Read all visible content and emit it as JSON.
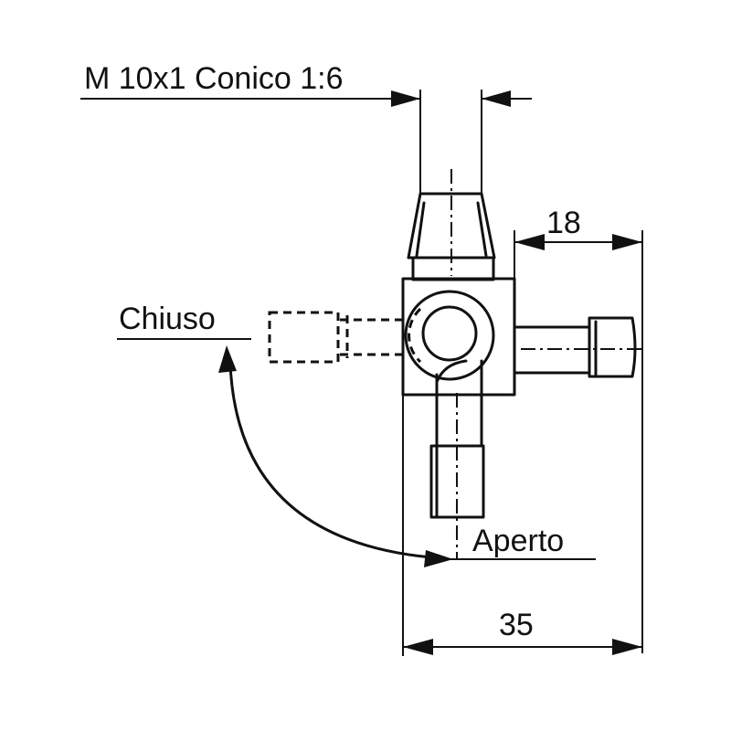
{
  "labels": {
    "thread": "M 10x1 Conico 1:6",
    "dim_small": "18",
    "dim_large": "35",
    "closed": "Chiuso",
    "open": "Aperto"
  },
  "colors": {
    "line": "#111111",
    "background": "#ffffff"
  }
}
